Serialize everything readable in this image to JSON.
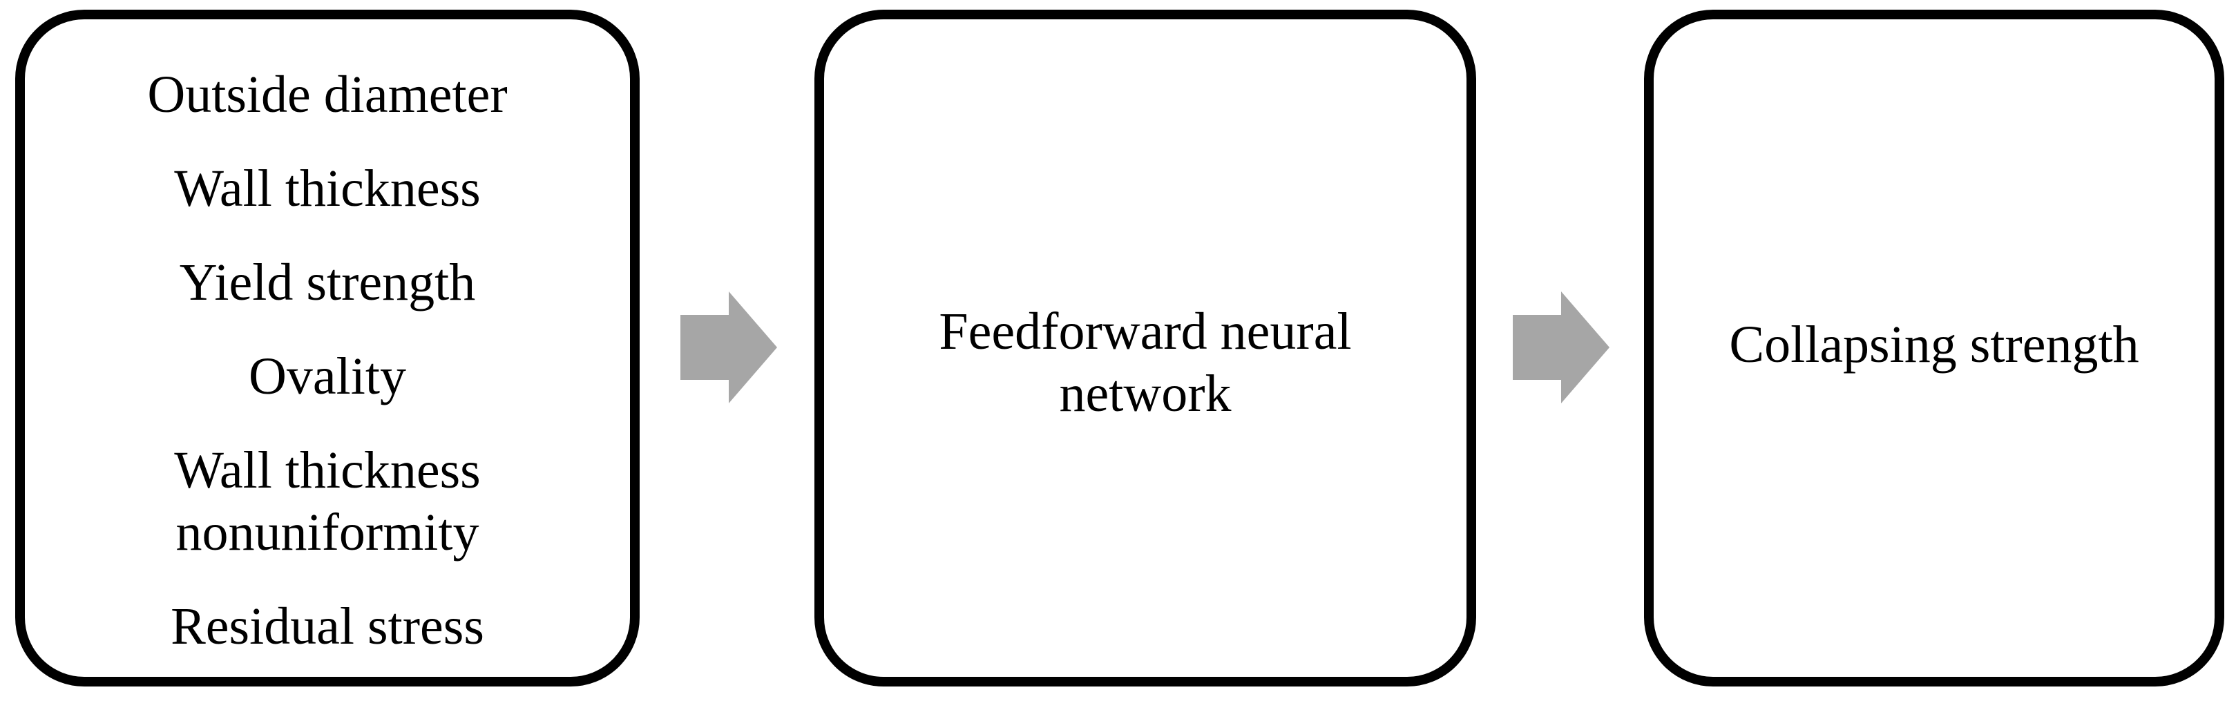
{
  "inputs": {
    "items": [
      "Outside diameter",
      "Wall thickness",
      "Yield strength",
      "Ovality",
      "Wall thickness",
      "nonuniformity",
      "Residual stress"
    ]
  },
  "network": {
    "line1": "Feedforward neural",
    "line2": "network"
  },
  "output": {
    "label": "Collapsing strength"
  },
  "colors": {
    "border": "#000000",
    "arrow": "#a6a6a6",
    "background": "#ffffff"
  },
  "icons": {
    "arrow": "right-arrow-icon"
  }
}
